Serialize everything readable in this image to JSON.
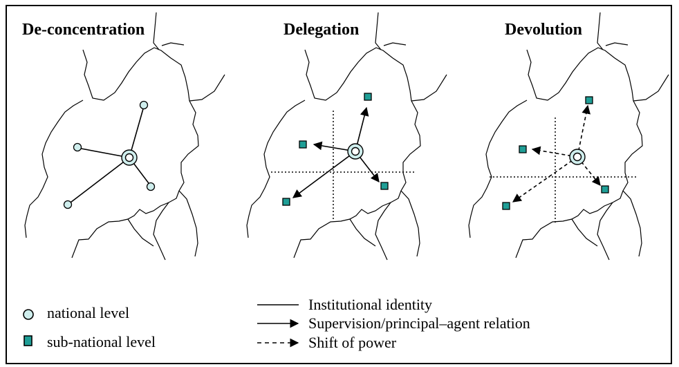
{
  "panels": [
    {
      "title": "De-concentration"
    },
    {
      "title": "Delegation"
    },
    {
      "title": "Devolution"
    }
  ],
  "legend": {
    "national": "national level",
    "subnational": "sub-national level",
    "institutional": "Institutional identity",
    "supervision": "Supervision/principal–agent relation",
    "shift": "Shift of power"
  },
  "colors": {
    "node_fill": "#cfeeed",
    "square_fill": "#1f9e96",
    "stroke": "#000000"
  }
}
